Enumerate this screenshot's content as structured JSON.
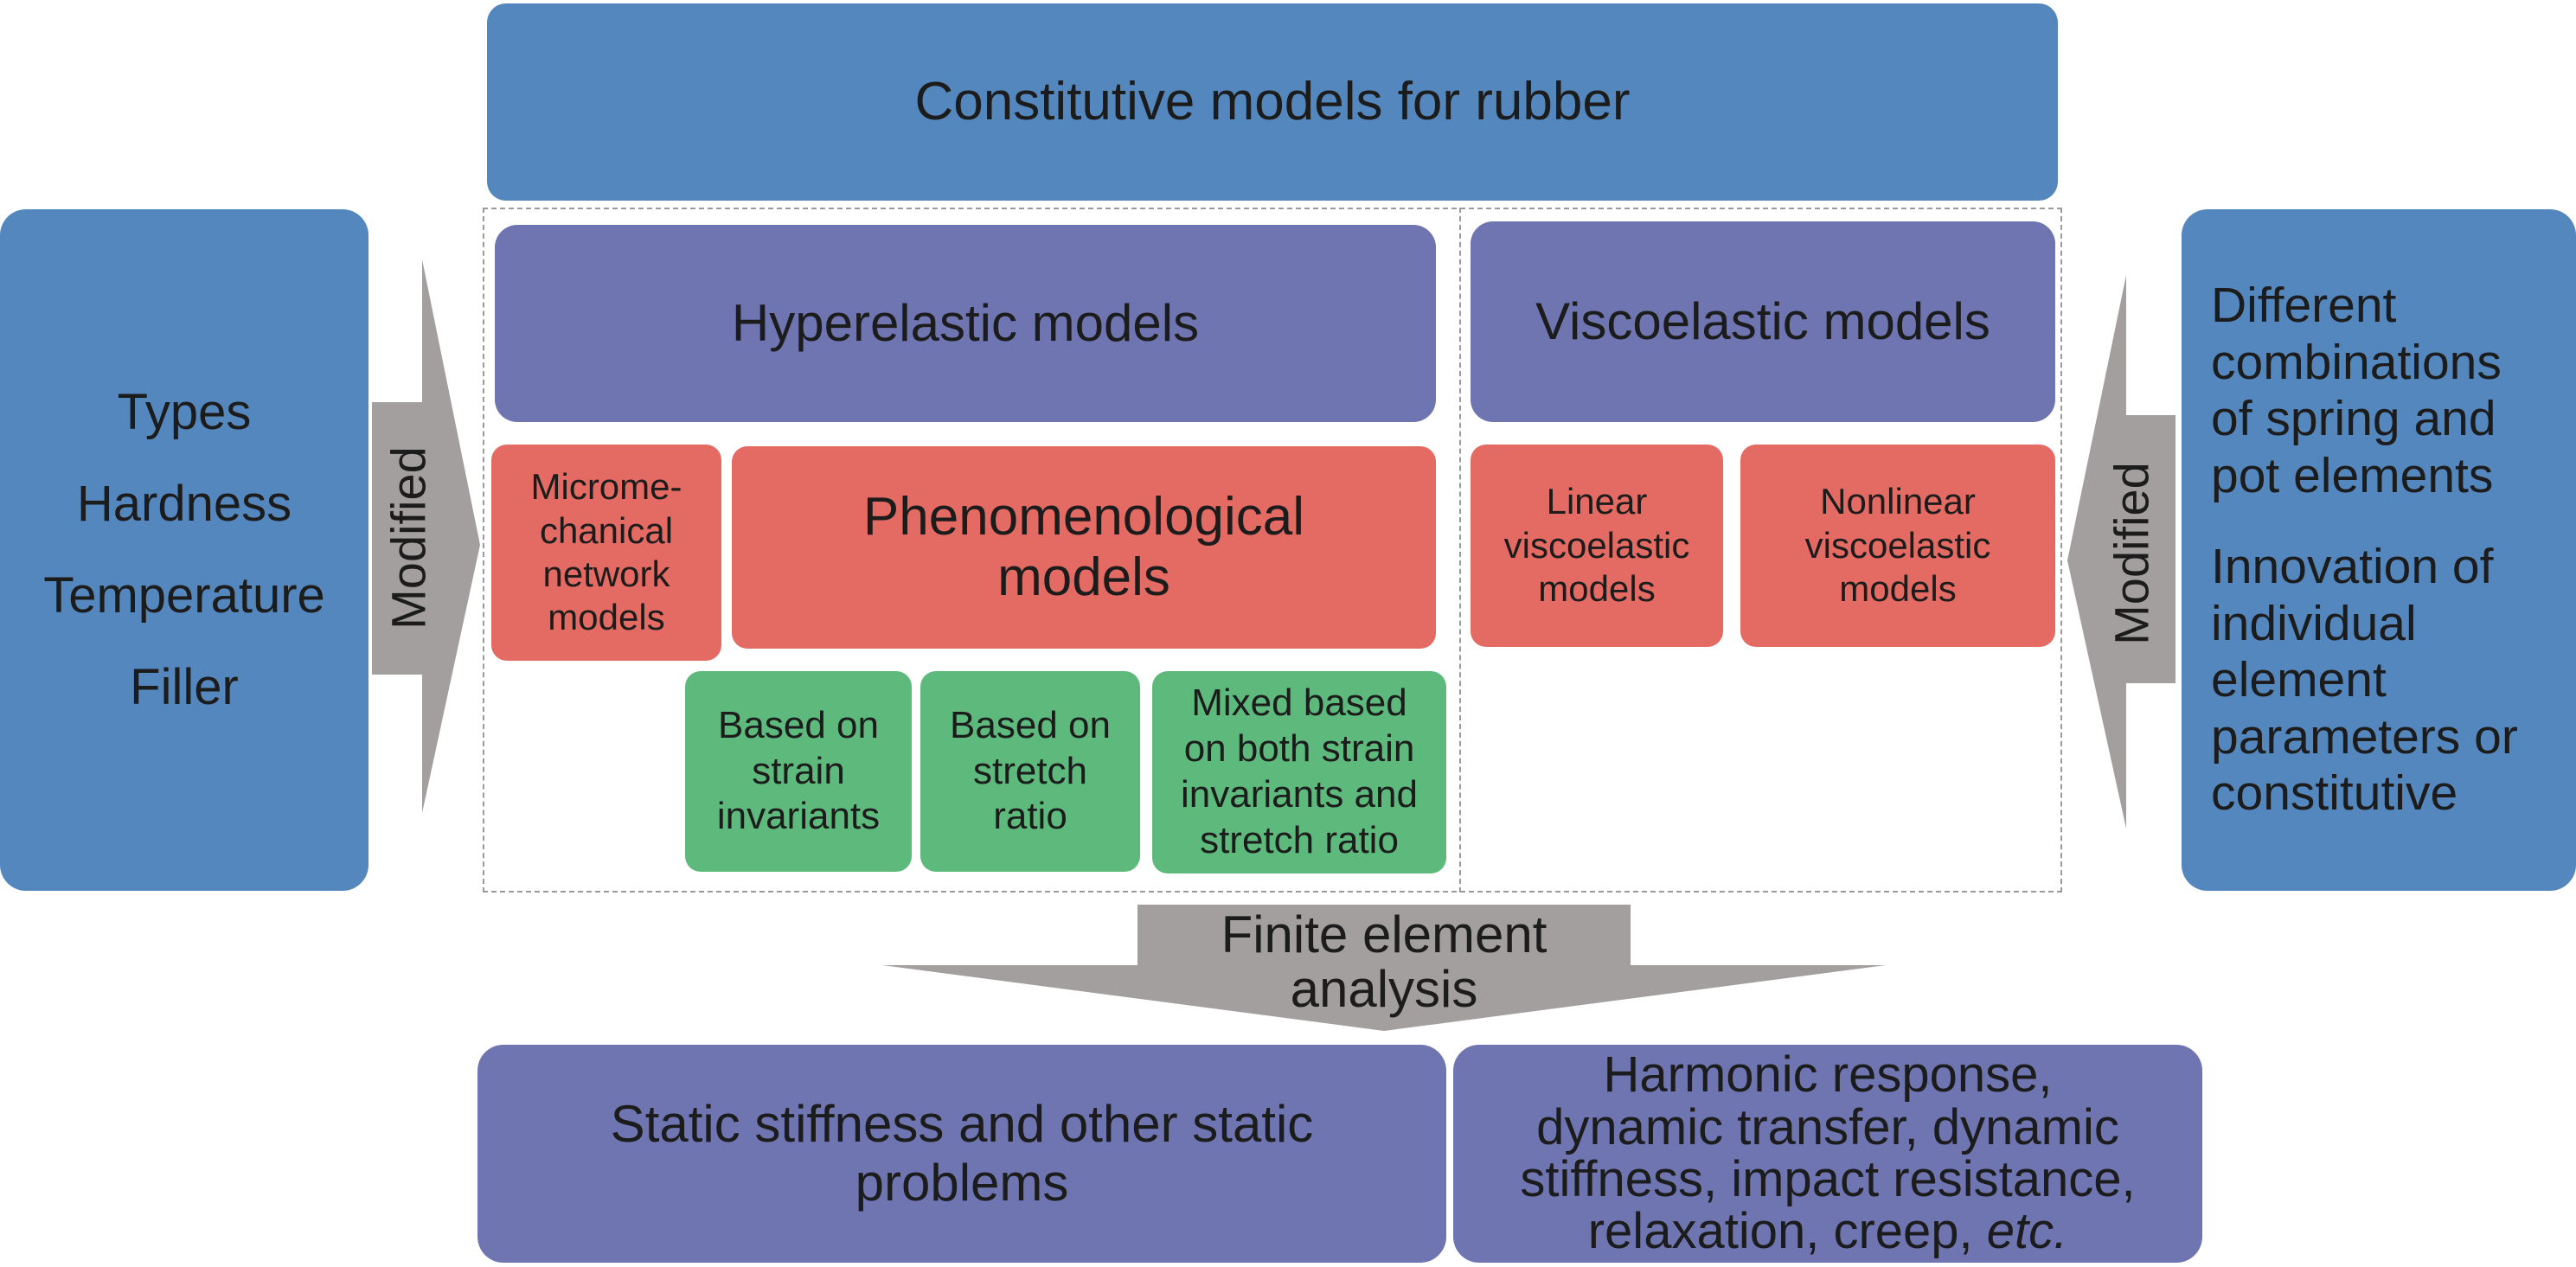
{
  "title": "Constitutive models for rubber",
  "left_panel": {
    "items": [
      "Types",
      "Hardness",
      "Temperature",
      "Filler"
    ]
  },
  "left_arrow_label": "Modified",
  "right_arrow_label": "Modified",
  "right_panel": {
    "paragraph1": [
      "Different",
      "combinations",
      "of spring and",
      "pot elements"
    ],
    "paragraph2": [
      "Innovation of",
      "individual",
      "element",
      "parameters or",
      "constitutive"
    ]
  },
  "hyperelastic": {
    "header": "Hyperelastic models",
    "micromechanical": [
      "Microme-",
      "chanical",
      "network",
      "models"
    ],
    "phenomenological": [
      "Phenomenological",
      "models"
    ],
    "subtypes": [
      [
        "Based on",
        "strain",
        "invariants"
      ],
      [
        "Based on",
        "stretch",
        "ratio"
      ],
      [
        "Mixed based",
        "on both strain",
        "invariants and",
        "stretch ratio"
      ]
    ]
  },
  "viscoelastic": {
    "header": "Viscoelastic models",
    "linear": [
      "Linear",
      "viscoelastic",
      "models"
    ],
    "nonlinear": [
      "Nonlinear",
      "viscoelastic",
      "models"
    ]
  },
  "fea_label": [
    "Finite element",
    "analysis"
  ],
  "outputs": {
    "static": [
      "Static stiffness and other static",
      "problems"
    ],
    "dynamic_lines": [
      "Harmonic response,",
      "dynamic transfer, dynamic",
      "stiffness, impact resistance,"
    ],
    "dynamic_last": "relaxation, creep, ",
    "dynamic_etc": "etc."
  },
  "colors": {
    "blue": "#5487bd",
    "purple": "#6e75b0",
    "red": "#e36b63",
    "green": "#5db97c",
    "arrow_gray": "#a39f9e"
  }
}
